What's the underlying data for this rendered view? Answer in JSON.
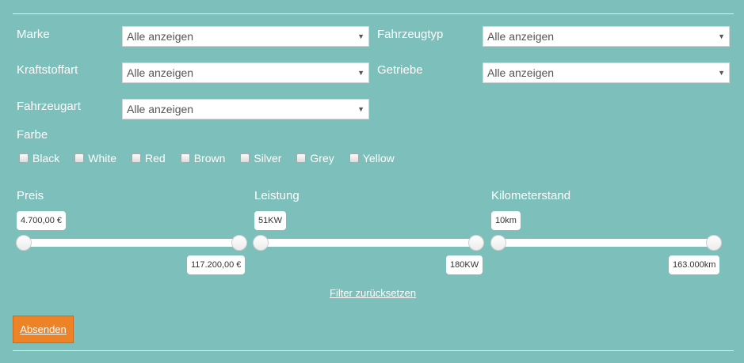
{
  "filters": {
    "marke": {
      "label": "Marke",
      "value": "Alle anzeigen"
    },
    "fahrzeugtyp": {
      "label": "Fahrzeugtyp",
      "value": "Alle anzeigen"
    },
    "kraftstoffart": {
      "label": "Kraftstoffart",
      "value": "Alle anzeigen"
    },
    "getriebe": {
      "label": "Getriebe",
      "value": "Alle anzeigen"
    },
    "fahrzeugart": {
      "label": "Fahrzeugart",
      "value": "Alle anzeigen"
    }
  },
  "farbe": {
    "label": "Farbe",
    "options": [
      "Black",
      "White",
      "Red",
      "Brown",
      "Silver",
      "Grey",
      "Yellow"
    ]
  },
  "sliders": {
    "preis": {
      "label": "Preis",
      "min": "4.700,00 €",
      "max": "117.200,00 €"
    },
    "leistung": {
      "label": "Leistung",
      "min": "51KW",
      "max": "180KW"
    },
    "kilometerstand": {
      "label": "Kilometerstand",
      "min": "10km",
      "max": "163.000km"
    }
  },
  "reset_label": "Filter zurücksetzen",
  "submit_label": "Absenden",
  "icons": {
    "select_arrow": "▼"
  },
  "colors": {
    "background": "#7dbfba",
    "button": "#ee8227"
  }
}
